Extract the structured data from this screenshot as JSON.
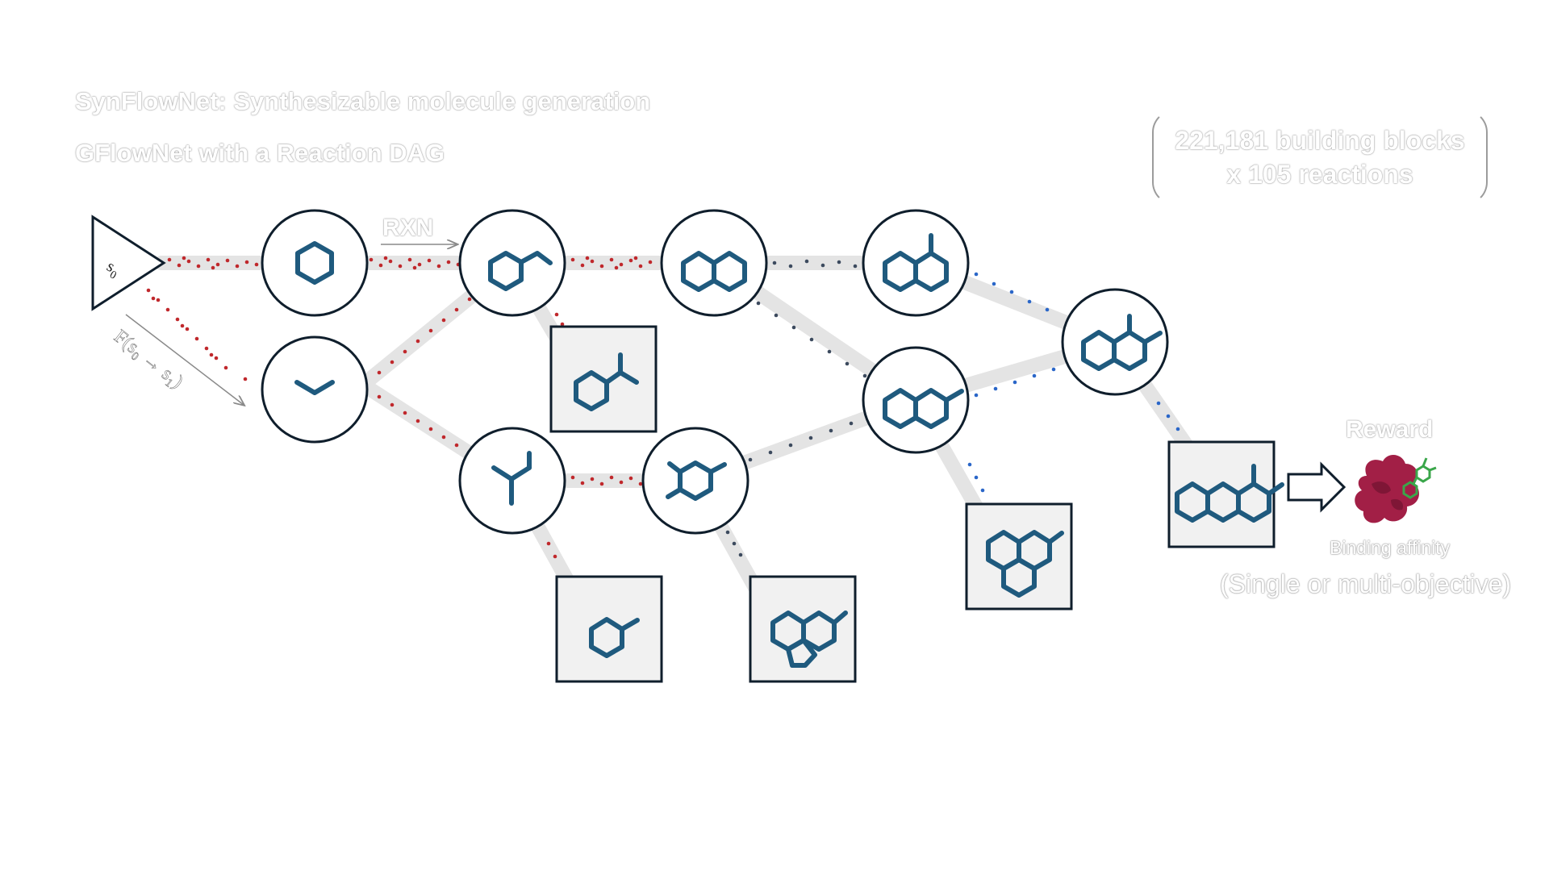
{
  "title": "SynFlowNet: Synthesizable molecule generation",
  "subtitle": "GFlowNet with a Reaction DAG",
  "stats": {
    "line1": "221,181 building blocks",
    "line2": "x 105 reactions"
  },
  "labels": {
    "rxn": "RXN",
    "s0": "s",
    "s0_sub": "0",
    "flow": "F(s₀ → s₁)",
    "reward": "Reward",
    "binding_affinity": "Binding affinity",
    "objective": "(Single or multi-objective)"
  },
  "colors": {
    "molecule": "#1f5a7e",
    "node_stroke": "#0f1e2c",
    "edge_track": "#e4e4e4",
    "flow_red": "#c0282c",
    "flow_dark": "#3c4a5e",
    "flow_blue": "#2a66c8",
    "protein": "#a21f46",
    "ligand": "#3aa64a",
    "box_fill": "#f1f1f1"
  },
  "icons": [
    "triangle-start-icon",
    "arrow-right-icon",
    "protein-icon"
  ]
}
